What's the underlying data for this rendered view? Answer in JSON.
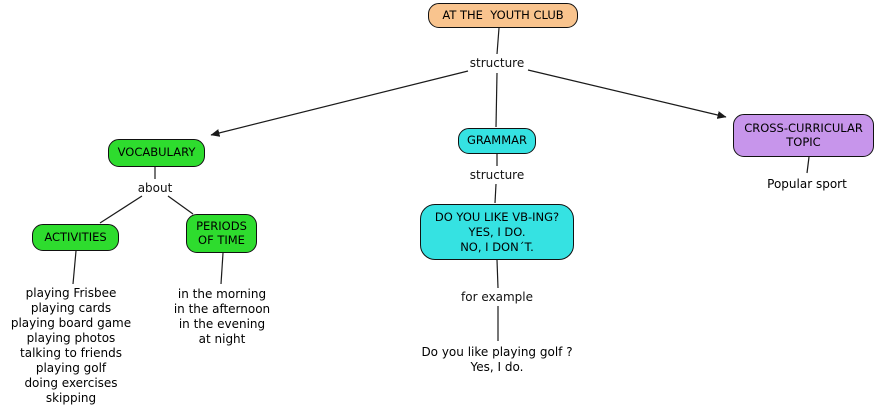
{
  "diagram": {
    "title_node": {
      "label": "AT THE  YOUTH CLUB",
      "color": "#f9c48e"
    },
    "colors": {
      "root": "#f9c48e",
      "vocabulary_branch": "#2edc2e",
      "grammar_branch": "#35e2e2",
      "cross_curricular_branch": "#c795eb",
      "line": "#1a1a1a",
      "background": "#ffffff"
    },
    "link_labels": {
      "structure_top": "structure",
      "about": "about",
      "structure_grammar": "structure",
      "for_example": "for example"
    },
    "nodes": {
      "vocabulary": {
        "label": "VOCABULARY",
        "color": "#2edc2e"
      },
      "activities": {
        "label": "ACTIVITIES",
        "color": "#2edc2e"
      },
      "periods_of_time": {
        "lines": [
          "PERIODS",
          "OF TIME"
        ],
        "color": "#2edc2e"
      },
      "grammar": {
        "label": "GRAMMAR",
        "color": "#35e2e2"
      },
      "grammar_pattern": {
        "lines": [
          "DO YOU LIKE VB-ING?",
          "YES, I DO.",
          "NO, I DON´T."
        ],
        "color": "#35e2e2"
      },
      "cross_curricular": {
        "lines": [
          "CROSS-CURRICULAR",
          "TOPIC"
        ],
        "color": "#c795eb"
      }
    },
    "leaves": {
      "activities_list": [
        "playing Frisbee",
        "playing cards",
        "playing board game",
        "playing photos",
        "talking to friends",
        "playing golf",
        "doing exercises",
        "skipping"
      ],
      "periods_list": [
        "in the morning",
        "in the afternoon",
        "in the evening",
        "at night"
      ],
      "grammar_example": [
        "Do you like playing golf ?",
        "Yes, I do."
      ],
      "cross_curricular_topic": "Popular sport"
    }
  }
}
